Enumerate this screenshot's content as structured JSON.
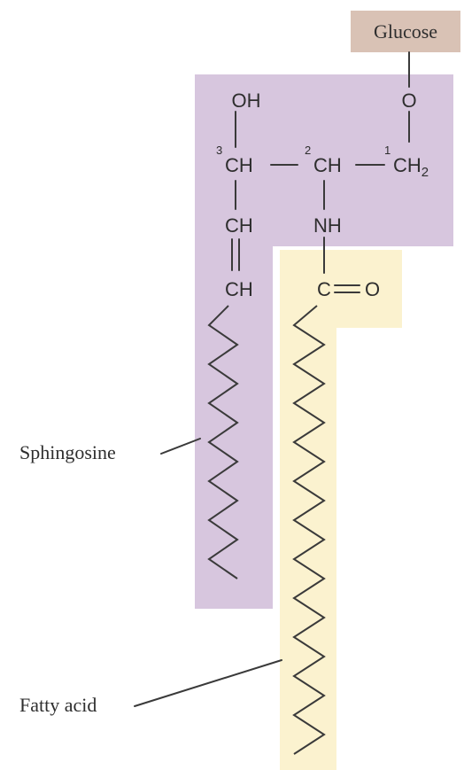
{
  "colors": {
    "sphingosine_region": "#d7c6de",
    "fatty_acid_region": "#fbf2cf",
    "glucose_box": "#d9c2b5",
    "bond": "#3a3a3a",
    "text": "#2e2e2e"
  },
  "labels": {
    "glucose": "Glucose",
    "sphingosine": "Sphingosine",
    "fatty_acid": "Fatty acid"
  },
  "atoms": {
    "o_link": "O",
    "oh": "OH",
    "c3": "CH",
    "c2": "CH",
    "c1": "CH",
    "c1_sub": "2",
    "nh": "NH",
    "ch_upper": "CH",
    "ch_lower": "CH",
    "carbonyl_c": "C",
    "carbonyl_o": "O"
  },
  "numbers": {
    "c3": "3",
    "c2": "2",
    "c1": "1"
  }
}
